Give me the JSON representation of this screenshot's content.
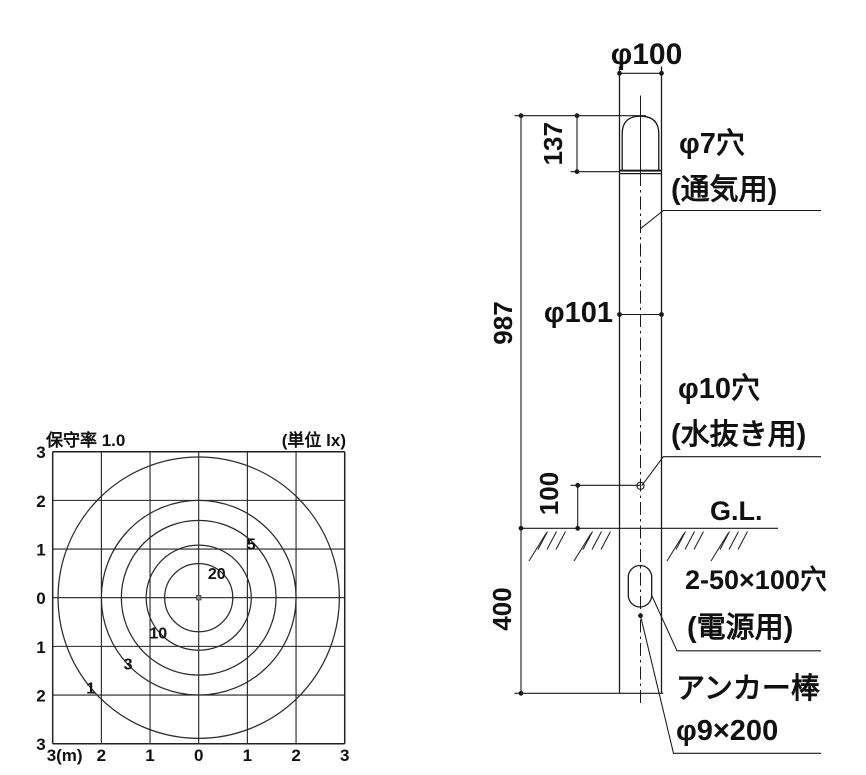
{
  "colors": {
    "ink": "#1a1a1a",
    "line": "#222222",
    "bg": "#ffffff"
  },
  "chart": {
    "header_left": "保守率 1.0",
    "header_right": "(単位 lx)",
    "chart_data": {
      "type": "contour",
      "description": "Isolux illuminance distribution around pole (concentric circles, unit lx)",
      "maintenance_factor": "1.0",
      "unit": "lx",
      "x_ticks": [
        "3(m)",
        "2",
        "1",
        "0",
        "1",
        "2",
        "3"
      ],
      "y_ticks": [
        "3",
        "2",
        "1",
        "0",
        "1",
        "2",
        "3"
      ],
      "x_range_m": [
        -3,
        3
      ],
      "y_range_m": [
        -3,
        3
      ],
      "grid_step_m": 1,
      "grid": true,
      "center_marker": true,
      "contours": [
        {
          "value_lx": "20",
          "radius_m": 0.7,
          "label_offset_m": [
            0.37,
            0.5
          ]
        },
        {
          "value_lx": "10",
          "radius_m": 1.08,
          "label_offset_m": [
            -0.83,
            -0.73
          ]
        },
        {
          "value_lx": "5",
          "radius_m": 1.59,
          "label_offset_m": [
            1.08,
            1.1
          ]
        },
        {
          "value_lx": "3",
          "radius_m": 2.0,
          "label_offset_m": [
            -1.45,
            -1.36
          ]
        },
        {
          "value_lx": "1",
          "radius_m": 2.89,
          "label_offset_m": [
            -2.22,
            -1.86
          ]
        }
      ]
    }
  },
  "pole": {
    "dia_head": "φ100",
    "dim_head_137": "137",
    "dim_above_ground_987": "987",
    "dia_pole": "φ101",
    "dim_drain_height_100": "100",
    "dim_buried_400": "400",
    "ground_label": "G.L.",
    "labels": {
      "vent": "φ7穴",
      "vent_sub": "(通気用)",
      "drain": "φ10穴",
      "drain_sub": "(水抜き用)",
      "power": "2-50×100穴",
      "power_sub": "(電源用)",
      "anchor": "アンカー棒",
      "anchor_sub": "φ9×200"
    }
  }
}
